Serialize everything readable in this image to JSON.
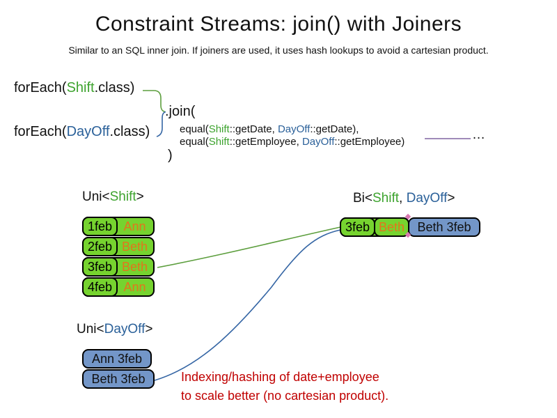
{
  "title": "Constraint Streams: join() with Joiners",
  "subtitle": "Similar to an SQL inner join. If joiners are used, it uses hash lookups to avoid a cartesian product.",
  "colors": {
    "shift_text_green": "#3da32e",
    "dayoff_text_blue": "#2a6099",
    "employee_orange": "#e2751c",
    "annotation_red": "#c00000",
    "shift_box_green": "#76d32f",
    "dayoff_box_blue": "#7396c8",
    "joiner_line_purple": "#8064a2",
    "connector_pink": "#d878b0",
    "curve_green": "#5c9e3d",
    "curve_blue": "#3465a4"
  },
  "code": {
    "foreach_shift": {
      "prefix": "forEach(",
      "class_name": "Shift",
      "suffix": ".class)"
    },
    "foreach_dayoff": {
      "prefix": "forEach(",
      "class_name": "DayOff",
      "suffix": ".class)"
    },
    "join_open": ".join(",
    "joiner1": {
      "fn": "equal(",
      "left_class": "Shift",
      "left_rest": "::getDate, ",
      "right_class": "DayOff",
      "right_rest": "::getDate),"
    },
    "joiner2": {
      "fn": "equal(",
      "left_class": "Shift",
      "left_rest": "::getEmployee, ",
      "right_class": "DayOff",
      "right_rest": "::getEmployee)"
    },
    "join_close": ")",
    "ellipsis": "…"
  },
  "uni_shift": {
    "label_prefix": "Uni<",
    "label_class": "Shift",
    "label_suffix": ">",
    "rows": [
      {
        "date": "1feb",
        "employee": "Ann"
      },
      {
        "date": "2feb",
        "employee": "Beth"
      },
      {
        "date": "3feb",
        "employee": "Beth"
      },
      {
        "date": "4feb",
        "employee": "Ann"
      }
    ]
  },
  "bi": {
    "label_prefix": "Bi<",
    "label_shift": "Shift",
    "label_sep": ", ",
    "label_dayoff": "DayOff",
    "label_suffix": ">",
    "row": {
      "date": "3feb",
      "employee": "Beth",
      "dayoff": "Beth 3feb"
    }
  },
  "uni_dayoff": {
    "label_prefix": "Uni<",
    "label_class": "DayOff",
    "label_suffix": ">",
    "rows": [
      {
        "text": "Ann 3feb"
      },
      {
        "text": "Beth 3feb"
      }
    ]
  },
  "annotation": {
    "line1": "Indexing/hashing of date+employee",
    "line2": "to scale better (no cartesian product)."
  }
}
